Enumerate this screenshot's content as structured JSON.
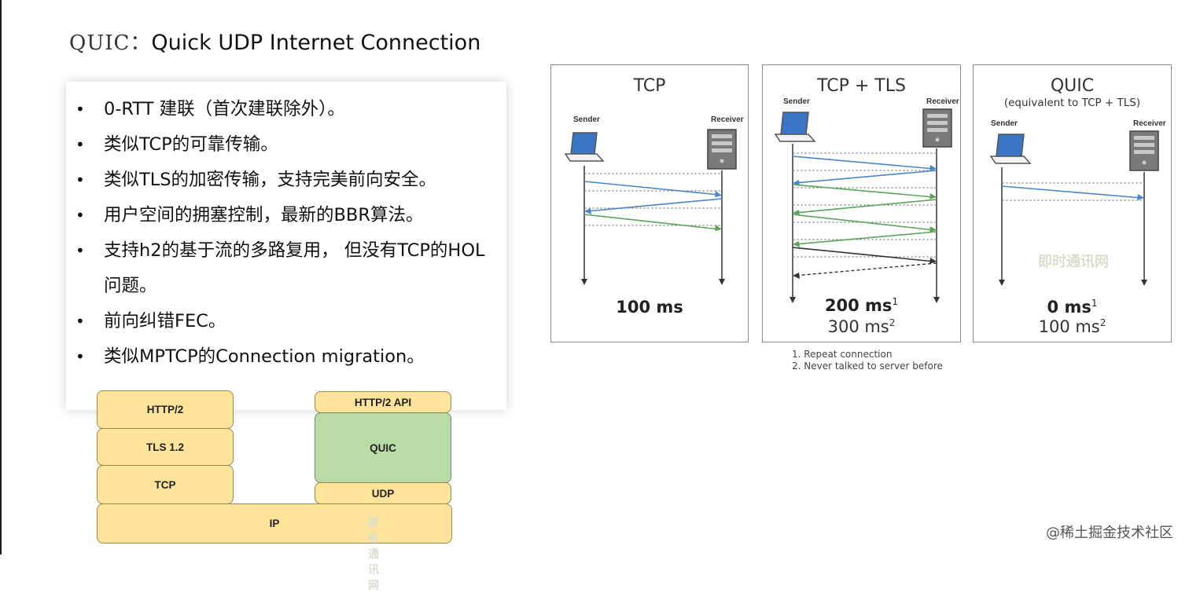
{
  "title": {
    "prefix": "QUIC：",
    "main": "Quick UDP Internet Connection"
  },
  "bullets": [
    "0-RTT 建联（首次建联除外）。",
    "类似TCP的可靠传输。",
    "类似TLS的加密传输，支持完美前向安全。",
    "用户空间的拥塞控制，最新的BBR算法。",
    "支持h2的基于流的多路复用， 但没有TCP的HOL问题。",
    "前向纠错FEC。",
    "类似MPTCP的Connection migration。"
  ],
  "stack": {
    "left": [
      "HTTP/2",
      "TLS 1.2",
      "TCP"
    ],
    "right": [
      "HTTP/2 API",
      "QUIC",
      "UDP"
    ],
    "base": "IP",
    "logo": "即时通讯网"
  },
  "panels": [
    {
      "title": "TCP",
      "subtitle": "",
      "sender": "Sender",
      "receiver": "Receiver",
      "time_main": "100 ms",
      "time_main_sup": "",
      "time_sub": "",
      "time_sub_sup": ""
    },
    {
      "title": "TCP + TLS",
      "subtitle": "",
      "sender": "Sender",
      "receiver": "Receiver",
      "time_main": "200 ms",
      "time_main_sup": "1",
      "time_sub": "300 ms",
      "time_sub_sup": "2"
    },
    {
      "title": "QUIC",
      "subtitle": "(equivalent to TCP + TLS)",
      "sender": "Sender",
      "receiver": "Receiver",
      "time_main": "0 ms",
      "time_main_sup": "1",
      "time_sub": "100 ms",
      "time_sub_sup": "2",
      "logo": "即时通讯网"
    }
  ],
  "footnotes": [
    "1. Repeat connection",
    "2. Never talked to server before"
  ],
  "credit": "@稀土掘金技术社区",
  "colors": {
    "layer_yellow": "#fde49a",
    "layer_green": "#b9dca6",
    "arrow_blue": "#4a86c8",
    "arrow_green": "#5aa55a"
  }
}
